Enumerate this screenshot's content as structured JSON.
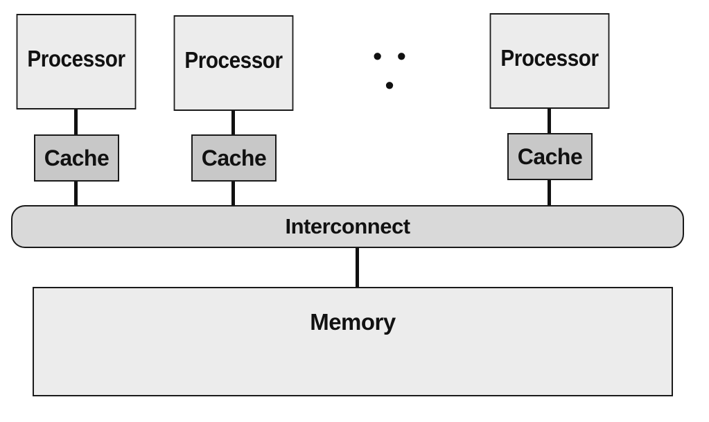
{
  "processors": [
    {
      "label": "Processor"
    },
    {
      "label": "Processor"
    },
    {
      "label": "Processor"
    }
  ],
  "caches": [
    {
      "label": "Cache"
    },
    {
      "label": "Cache"
    },
    {
      "label": "Cache"
    }
  ],
  "ellipsis": "• • •",
  "interconnect": {
    "label": "Interconnect"
  },
  "memory": {
    "label": "Memory"
  },
  "colors": {
    "processor_fill": "#ececec",
    "cache_fill": "#c8c8c8",
    "interconnect_fill": "#d9d9d9",
    "memory_fill": "#ececec",
    "stroke": "#1a1a1a"
  }
}
